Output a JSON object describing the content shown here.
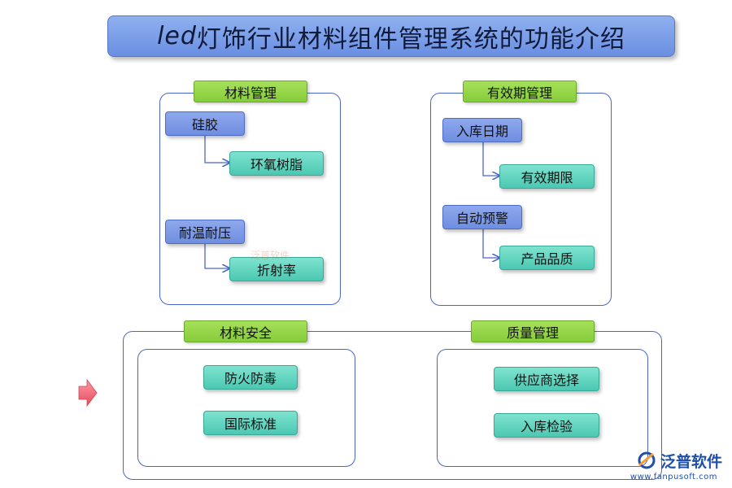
{
  "title": {
    "prefix": "led",
    "rest": "灯饰行业材料组件管理系统的功能介绍"
  },
  "sections": {
    "material_mgmt": {
      "label": "材料管理",
      "items": [
        {
          "parent": "硅胶",
          "child": "环氧树脂"
        },
        {
          "parent": "耐温耐压",
          "child": "折射率"
        }
      ]
    },
    "expiry_mgmt": {
      "label": "有效期管理",
      "items": [
        {
          "parent": "入库日期",
          "child": "有效期限"
        },
        {
          "parent": "自动预警",
          "child": "产品品质"
        }
      ]
    },
    "material_safety": {
      "label": "材料安全",
      "items": [
        "防火防毒",
        "国际标准"
      ]
    },
    "quality_mgmt": {
      "label": "质量管理",
      "items": [
        "供应商选择",
        "入库检验"
      ]
    }
  },
  "logo": {
    "name": "泛普软件",
    "url": "www.fanpusoft.com"
  },
  "watermark": "泛普软件",
  "colors": {
    "panel_border": "#4a66c9",
    "label_green": "#92d050",
    "box_blue": "#7b97e6",
    "box_teal": "#5fd3bd",
    "arrow_red": "#f06a7a"
  }
}
